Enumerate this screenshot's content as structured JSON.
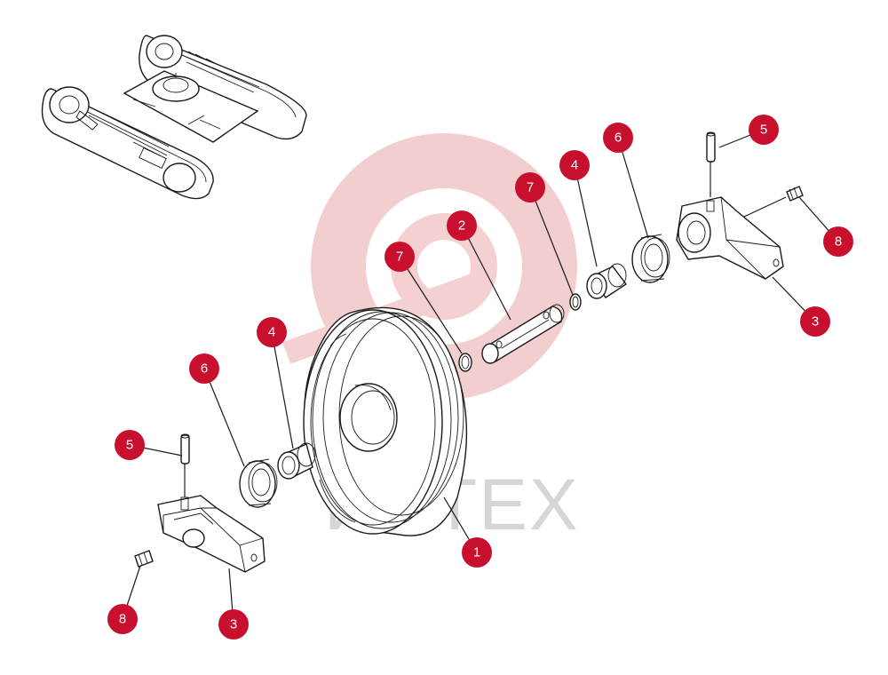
{
  "watermark": {
    "brand": "ИНТЕХ",
    "logo": "gear-logo",
    "color": "#f2c9c9"
  },
  "badge_color": "#c8102e",
  "callouts": {
    "c1": "1",
    "c2": "2",
    "c3_right": "3",
    "c3_left": "3",
    "c4_right": "4",
    "c4_left": "4",
    "c5_right": "5",
    "c5_left": "5",
    "c6_right": "6",
    "c6_left": "6",
    "c7_center": "7",
    "c7_right": "7",
    "c8_right": "8",
    "c8_left": "8"
  }
}
